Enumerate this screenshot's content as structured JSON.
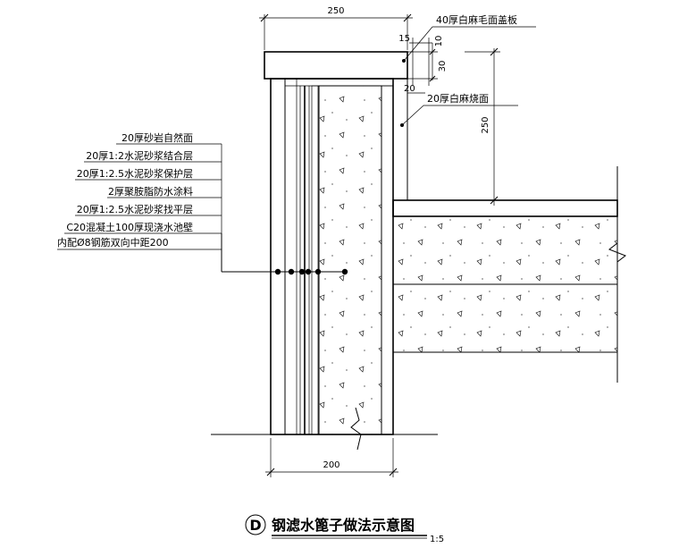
{
  "drawing": {
    "dimensions": {
      "top_width": "250",
      "bottom_width": "200",
      "cap_offset": "15",
      "cap_thickness": "10",
      "cap_height": "30",
      "lining_thickness": "20",
      "rise_height": "250"
    },
    "callouts": {
      "coping": "40厚白麻毛面盖板",
      "side_face": "20厚白麻烧面"
    },
    "layers": [
      "20厚砂岩自然面",
      "20厚1:2水泥砂浆结合层",
      "20厚1:2.5水泥砂浆保护层",
      "2厚聚胺脂防水涂料",
      "20厚1:2.5水泥砂浆找平层",
      "C20混凝土100厚现浇水池壁",
      "内配Ø8钢筋双向中距200"
    ],
    "title": {
      "tag": "D",
      "name": "钢滤水篦子做法示意图",
      "scale": "1:5"
    }
  }
}
